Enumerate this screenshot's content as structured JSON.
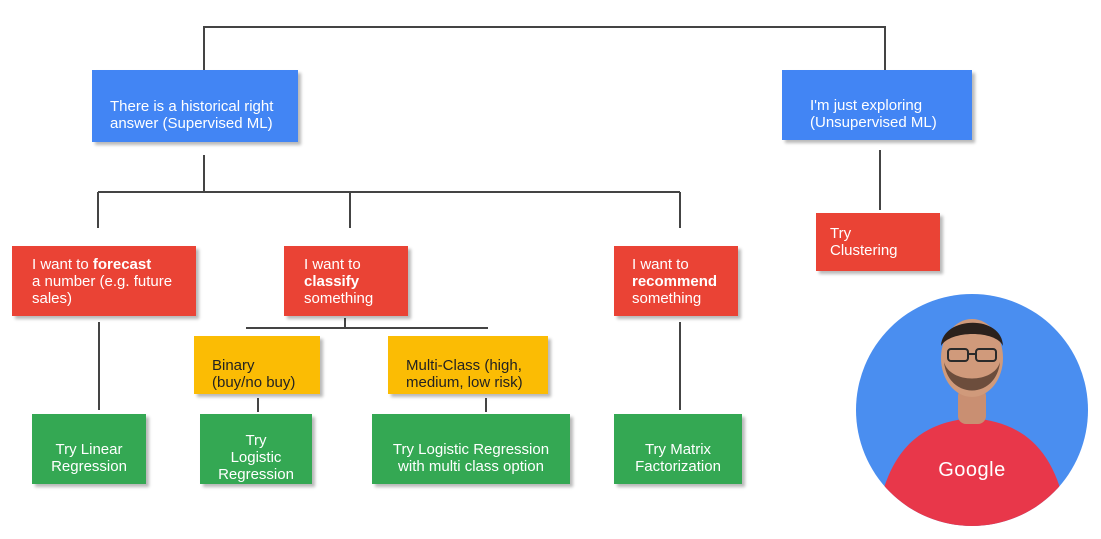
{
  "colors": {
    "blue": "#4285f4",
    "red": "#ea4335",
    "yellow": "#fbbc04",
    "green": "#34a853",
    "line": "#444444",
    "presenter_bg": "#4a8ef0",
    "shirt": "#e8374a"
  },
  "nodes": {
    "supervised": {
      "lines": [
        "There is a historical right",
        "answer (Supervised ML)"
      ]
    },
    "unsupervised": {
      "lines": [
        "I'm just exploring",
        "(Unsupervised ML)"
      ]
    },
    "forecast": {
      "pre": "I want to ",
      "bold": "forecast",
      "post": "a number (e.g. future\nsales)"
    },
    "classify": {
      "pre": "I want to",
      "bold": "classify",
      "post": "something"
    },
    "recommend": {
      "pre": "I want to",
      "bold": "recommend",
      "post": "something"
    },
    "clustering": {
      "lines": [
        "Try Clustering"
      ]
    },
    "binary": {
      "lines": [
        "Binary",
        "(buy/no buy)"
      ]
    },
    "multiclass": {
      "lines": [
        "Multi-Class (high,",
        "medium, low risk)"
      ]
    },
    "linear": {
      "lines": [
        "Try Linear",
        "Regression"
      ]
    },
    "logistic": {
      "lines": [
        "Try Logistic",
        "Regression"
      ]
    },
    "logistic_multi": {
      "lines": [
        "Try Logistic Regression",
        "with multi class option"
      ]
    },
    "matrix": {
      "lines": [
        "Try Matrix",
        "Factorization"
      ]
    }
  },
  "presenter": {
    "shirt_logo": "Google"
  }
}
